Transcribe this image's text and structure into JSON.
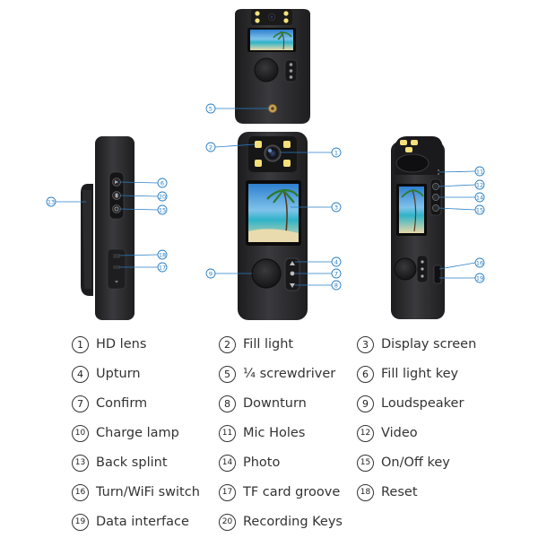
{
  "callouts": {
    "c1": "1",
    "c2": "2",
    "c3": "3",
    "c4": "4",
    "c5": "5",
    "c6": "6",
    "c7": "7",
    "c8": "8",
    "c9": "9",
    "c11": "11",
    "c12": "12",
    "c13": "13",
    "c14": "14",
    "c15": "15",
    "c16": "16",
    "c17": "17",
    "c18": "18",
    "c19": "19",
    "c20": "20"
  },
  "legend": [
    {
      "num": "1",
      "label": "HD lens"
    },
    {
      "num": "2",
      "label": "Fill light"
    },
    {
      "num": "3",
      "label": "Display screen"
    },
    {
      "num": "4",
      "label": "Upturn"
    },
    {
      "num": "5",
      "label": "¼ screwdriver"
    },
    {
      "num": "6",
      "label": "Fill light key"
    },
    {
      "num": "7",
      "label": "Confirm"
    },
    {
      "num": "8",
      "label": "Downturn"
    },
    {
      "num": "9",
      "label": "Loudspeaker"
    },
    {
      "num": "10",
      "label": "Charge lamp"
    },
    {
      "num": "11",
      "label": "Mic Holes"
    },
    {
      "num": "12",
      "label": "Video"
    },
    {
      "num": "13",
      "label": "Back splint"
    },
    {
      "num": "14",
      "label": "Photo"
    },
    {
      "num": "15",
      "label": "On/Off key"
    },
    {
      "num": "16",
      "label": "Turn/WiFi switch"
    },
    {
      "num": "17",
      "label": "TF card groove"
    },
    {
      "num": "18",
      "label": "Reset"
    },
    {
      "num": "19",
      "label": "Data interface"
    },
    {
      "num": "20",
      "label": "Recording Keys"
    }
  ],
  "colors": {
    "callout": "#2a7fc4",
    "device_body": "#2b2b2e",
    "sky": "#3a8fd6",
    "sea": "#2fb3c9",
    "sand": "#e8d9a8"
  },
  "icons": {
    "upturn": "up-arrow-icon",
    "confirm": "confirm-dot-icon",
    "downturn": "down-arrow-icon",
    "photo": "camera-icon",
    "video": "video-icon",
    "mic": "mic-icon",
    "power": "power-icon"
  }
}
